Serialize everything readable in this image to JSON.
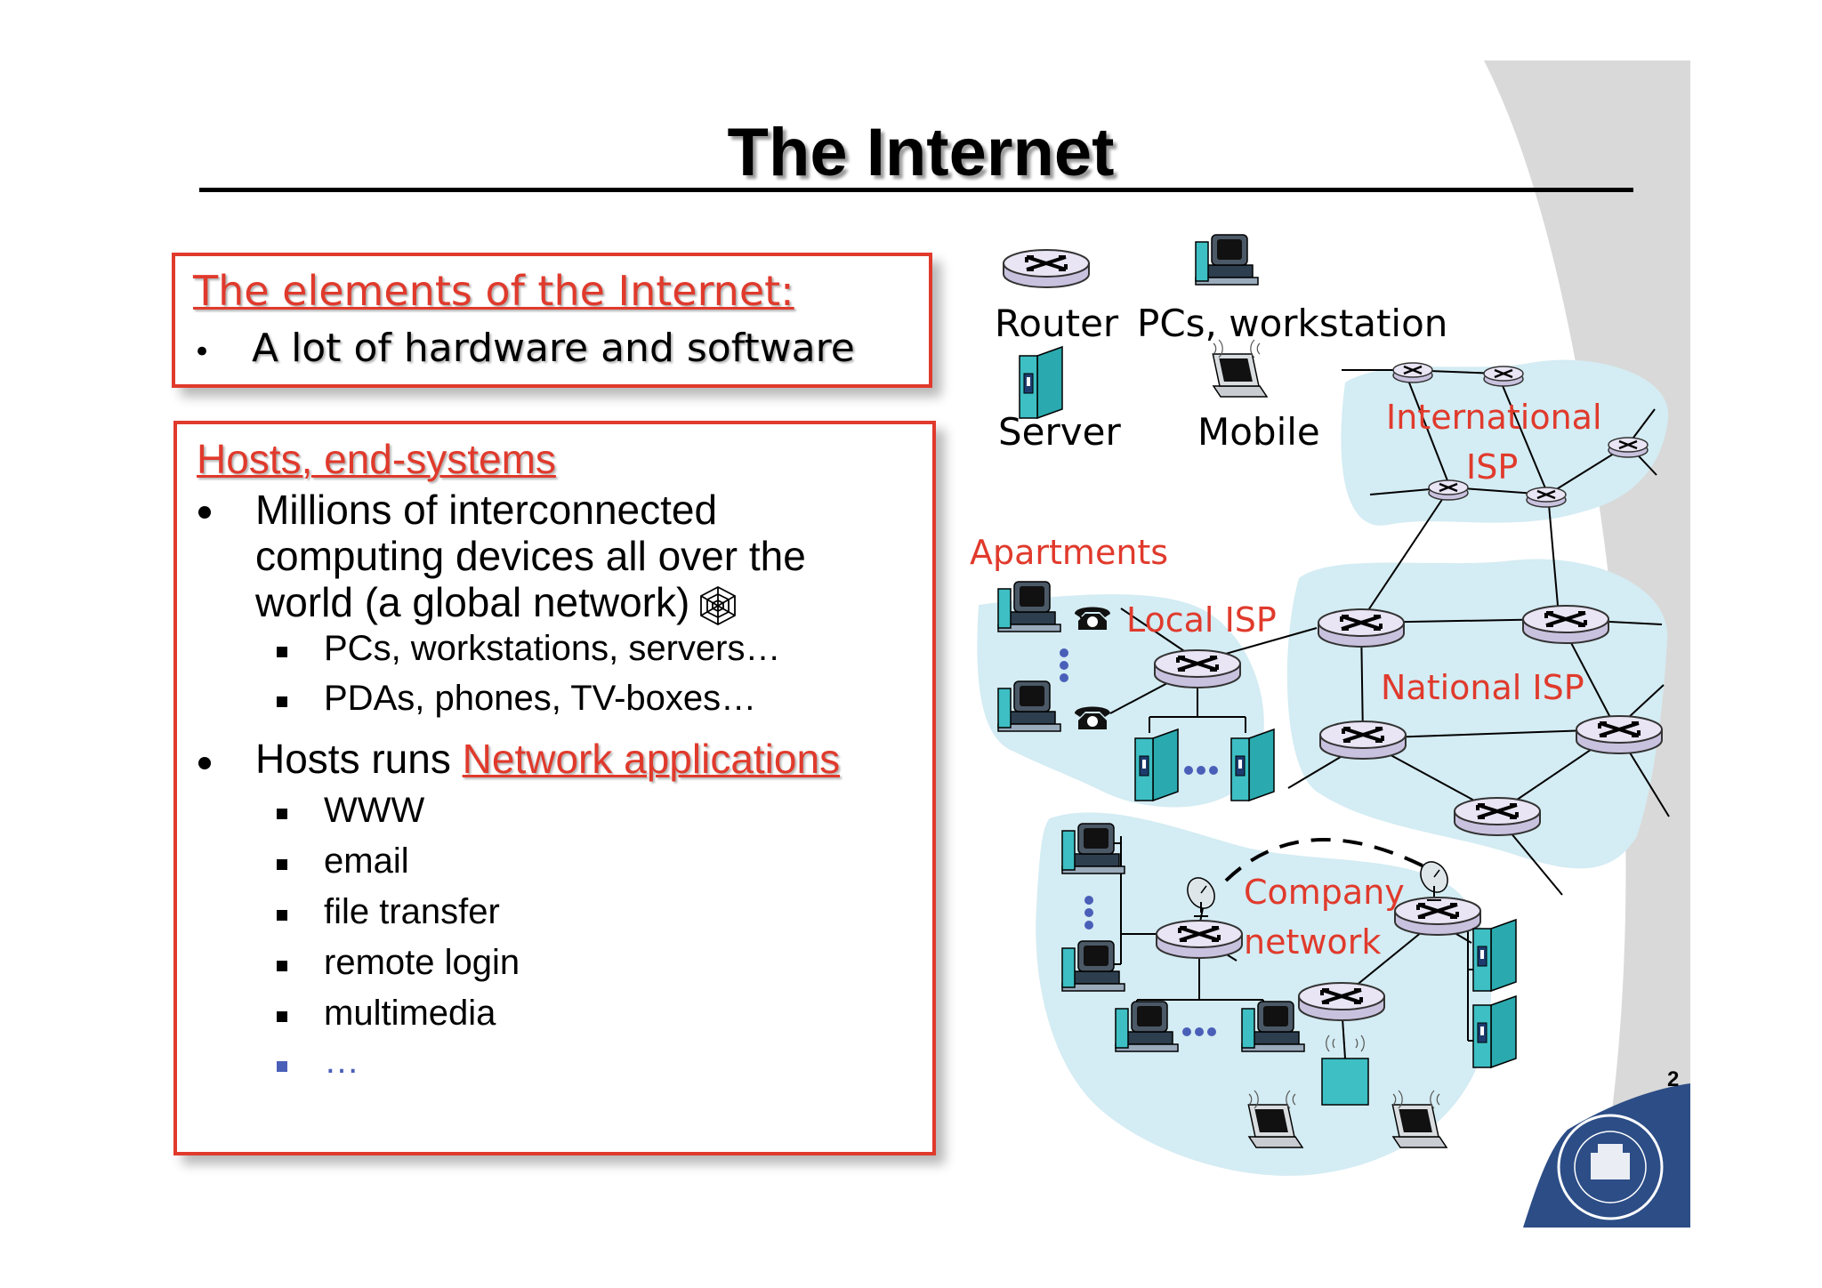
{
  "slide": {
    "title": "The Internet",
    "page_number": "2"
  },
  "box1": {
    "heading": "The elements of the Internet:",
    "bullet": "•",
    "text": "A lot of hardware and software"
  },
  "box2": {
    "heading": "Hosts, end-systems",
    "item1": {
      "line1": "Millions of interconnected",
      "line2": "computing devices all over the",
      "line3": "world (a global network)",
      "sub": [
        "PCs, workstations, servers…",
        "PDAs, phones, TV-boxes…"
      ]
    },
    "item2": {
      "prefix": "Hosts runs ",
      "link": "Network applications",
      "sub": [
        "WWW",
        "email",
        "file transfer",
        "remote login",
        "multimedia",
        "…"
      ]
    }
  },
  "diagram": {
    "legend": {
      "router": "Router",
      "pcs": "PCs, workstation",
      "server": "Server",
      "mobile": "Mobile"
    },
    "regions": {
      "international_line1": "International",
      "international_line2": "ISP",
      "apartments": "Apartments",
      "local_isp": "Local ISP",
      "national_isp": "National ISP",
      "company_line1": "Company",
      "company_line2": "network"
    }
  },
  "colors": {
    "accent_red": "#e03a2c",
    "cloud_blue": "#d4ecf3",
    "device_teal": "#3dbfc4",
    "router_lavender": "#e1dcef",
    "dot_blue": "#4a5fb8"
  }
}
